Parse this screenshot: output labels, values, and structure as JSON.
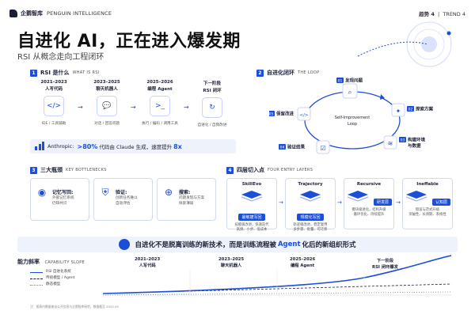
{
  "header": {
    "brand_cn": "企鹅智库",
    "brand_en": "PENGUIN INTELLIGENCE",
    "trend_cn": "趋势 4",
    "trend_en": "TREND 4"
  },
  "title": "自进化 AI，正在进入爆发期",
  "subtitle": "RSI 从概念走向工程闭环",
  "section1": {
    "num": "1",
    "title": "RSI 是什么",
    "title_en": "WHAT IS RSI",
    "steps": [
      {
        "year": "2021–2023",
        "name": "人写代码",
        "icon": "code-icon",
        "desc": "IDE / 工具辅助"
      },
      {
        "year": "2023–2025",
        "name": "聊天机器人",
        "icon": "chat-icon",
        "desc": "对话 / 回答问题"
      },
      {
        "year": "2025–2026",
        "name": "编程 Agent",
        "icon": "terminal-icon",
        "desc": "执行 / 编码 / 调用工具"
      },
      {
        "year": "下一阶段",
        "name": "RSI 闭环",
        "icon": "loop-icon",
        "desc": "自进化 / 自我改进"
      }
    ],
    "stat_prefix": "Anthropic:",
    "stat_value": ">80%",
    "stat_mid": "代码由 Claude 生成，速度提升",
    "stat_value2": "8x"
  },
  "section2": {
    "num": "2",
    "title": "自进化闭环",
    "title_en": "THE LOOP",
    "center_label_1": "Self-Improvement",
    "center_label_2": "Loop",
    "nodes": [
      {
        "num": "01",
        "label": "发现问题",
        "icon": "search-icon"
      },
      {
        "num": "02",
        "label": "探索方案",
        "icon": "bulb-icon"
      },
      {
        "num": "03",
        "label": "构建环境",
        "label2": "与数据",
        "icon": "database-icon"
      },
      {
        "num": "04",
        "label": "验证结果",
        "icon": "checklist-icon"
      },
      {
        "num": "05",
        "label": "保留改进",
        "icon": "code-icon"
      }
    ]
  },
  "section3": {
    "num": "3",
    "title": "三大瓶颈",
    "title_en": "KEY BOTTLENECKS",
    "items": [
      {
        "title": "记忆写回:",
        "desc1": "外部记忆系统",
        "desc2": "仍缺共识",
        "icon": "head-icon"
      },
      {
        "title": "验证:",
        "desc1": "创新任务难以",
        "desc2": "自动评估",
        "icon": "shield-icon"
      },
      {
        "title": "搜索:",
        "desc1": "问题发现与方案",
        "desc2": "探索薄弱",
        "icon": "globe-icon"
      }
    ]
  },
  "section4": {
    "num": "4",
    "title": "四层切入点",
    "title_en": "FOUR ENTRY LAYERS",
    "layers": [
      {
        "name": "SkillEvo",
        "cn": "最敏捷写回",
        "desc1": "技能级改进，快速迭代",
        "desc2": "高频、小步、低成本"
      },
      {
        "name": "Trajectory",
        "cn": "规模化写回",
        "desc1": "轨迹级改进，稳定复用",
        "desc2": "多步骤、批量、可迁移"
      },
      {
        "name": "Recursive",
        "cn": "研发层",
        "desc1": "模块级进化，结构升级",
        "desc2": "循环优化、持续提升"
      },
      {
        "name": "Ineffable",
        "cn": "认知层",
        "desc1": "假设与范式升级",
        "desc2": "突破性、长周期、系统性"
      }
    ]
  },
  "banner": {
    "before": "自进化不是脱离训练的新技术，而是训练流程被",
    "accent": "Agent",
    "after": "化后的新组织形式"
  },
  "capability": {
    "title": "能力斜率",
    "title_en": "CAPABILITY SLOPE",
    "legend": [
      "RSI 自进化系统",
      "传统模型 / Agent",
      "静态模型"
    ],
    "stages": [
      {
        "year": "2021–2023",
        "name": "人写代码"
      },
      {
        "year": "2023–2025",
        "name": "聊天机器人"
      },
      {
        "year": "2025–2026",
        "name": "编程 Agent"
      },
      {
        "year": "下一阶段",
        "name": "RSI 闭环爆发"
      }
    ]
  },
  "footer": "注：图表内数据来自公开信息与企鹅智库研究，数据截至 2025.09",
  "colors": {
    "accent": "#1d4ed8",
    "ink": "#1a1f36",
    "panel": "#eef2fb"
  }
}
